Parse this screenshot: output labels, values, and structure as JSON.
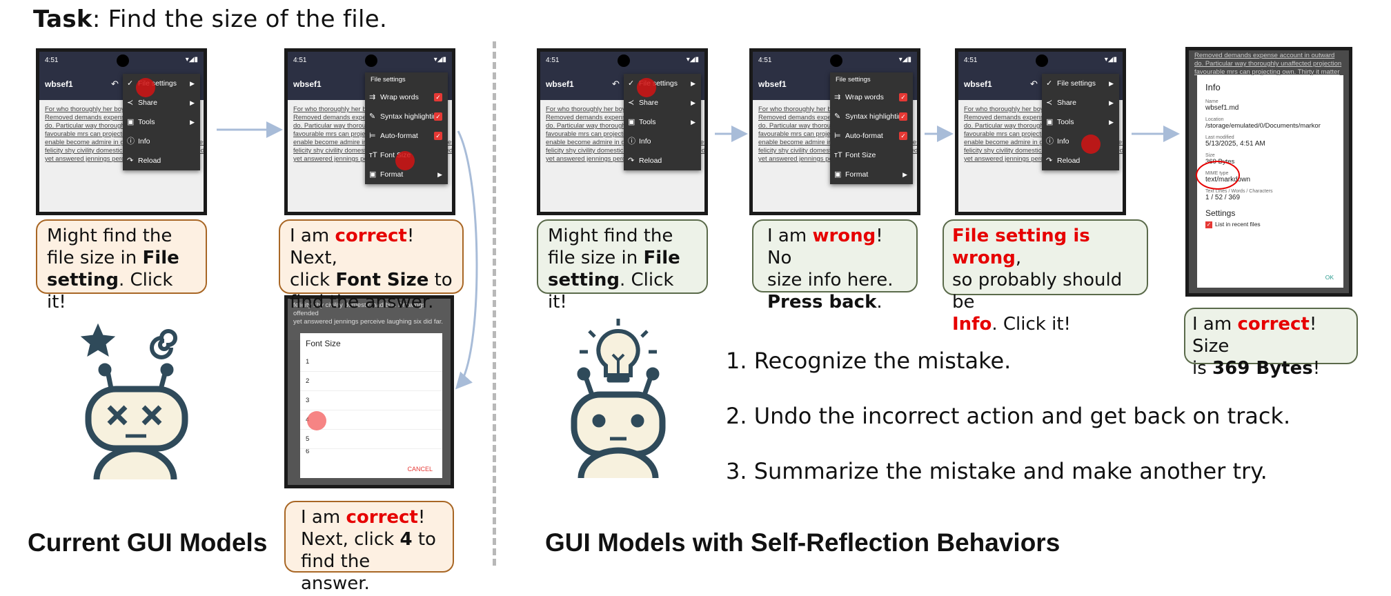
{
  "task": {
    "label": "Task",
    "text": ": Find the size of the file."
  },
  "left_title": "Current GUI Models",
  "right_title": "GUI Models with Self-Reflection Behaviors",
  "app": {
    "time": "4:51",
    "title": "wbsef1"
  },
  "doc_lines": [
    "For who thoroughly her boy estimating conviction.",
    "Removed demands expense account in outward",
    "do. Particular way thoroughly unaffected projection",
    "favourable mrs can projecting own. Thirty it matter",
    "enable become admire in giving. See resolved goodness",
    "felicity shy civility domestic had but. Drawings offended",
    "yet answered jennings perceive laughing six did far."
  ],
  "menu1": [
    "File settings",
    "Share",
    "Tools",
    "Info",
    "Reload"
  ],
  "menu2": {
    "header": "File settings",
    "items": [
      "Wrap words",
      "Syntax highlighting",
      "Auto-format",
      "Font Size",
      "Format"
    ]
  },
  "font_dialog": {
    "title": "Font Size",
    "options": [
      "1",
      "2",
      "3",
      "4",
      "5",
      "6"
    ],
    "cancel": "CANCEL",
    "bg_line1": "felicity shy civility domestic had but. Drawings offended",
    "bg_line2": "yet answered jennings perceive laughing six did far."
  },
  "info_dialog": {
    "title": "Info",
    "name_label": "Name",
    "name": "wbsef1.md",
    "location_label": "Location",
    "location": "/storage/emulated/0/Documents/markor",
    "modified_label": "Last modified",
    "modified": "5/13/2025, 4:51 AM",
    "size_label": "Size",
    "size": "369 Bytes",
    "mime_label": "MIME type",
    "mime": "text/markdown",
    "lines_label": "Text Lines / Words / Characters",
    "lines": "1 / 52 / 369",
    "settings": "Settings",
    "recent": "List in recent files",
    "ok": "OK",
    "bg_line1": "Removed demands expense account in outward",
    "bg_line2": "do. Particular way thoroughly unaffected projection",
    "bg_line3": "favourable mrs can projecting own. Thirty it matter"
  },
  "bubbles": {
    "l1": {
      "a": "Might find the",
      "b": "file size in ",
      "c": "File",
      "d": "setting",
      ". ": "",
      "e": ". Click it!"
    },
    "l2": {
      "a": "I am ",
      "b": "correct",
      "c": "! Next,",
      "d": "click ",
      "e": "Font Size",
      "f": " to",
      "g": "find the answer."
    },
    "l3": {
      "a": "I am ",
      "b": "correct",
      "c": "!",
      "d": "Next, click ",
      "e": "4",
      "f": " to",
      "g": "find the answer."
    },
    "r1": {
      "a": "Might find the",
      "b": "file size in ",
      "c": "File",
      "d": "setting",
      "e": ". Click it!"
    },
    "r2": {
      "a": "I am ",
      "b": "wrong",
      "c": "! No",
      "d": "size info here.",
      "e": "Press back",
      "f": "."
    },
    "r3": {
      "a": "File setting is wrong",
      "b": ",",
      "c": "so probably should be",
      "d": "Info",
      "e": ". Click it!"
    },
    "r4": {
      "a": "I am ",
      "b": "correct",
      "c": "! Size",
      "d": "is ",
      "e": "369 Bytes",
      "f": "!"
    }
  },
  "steps": [
    "1.  Recognize the mistake.",
    "2. Undo the incorrect action and get back on track.",
    "3. Summarize the mistake and make another try."
  ],
  "colors": {
    "accent_red": "#e60000",
    "bubble_orange": "#fdf0e2",
    "bubble_green": "#edf2e8",
    "arrow": "#a8bcd8"
  }
}
